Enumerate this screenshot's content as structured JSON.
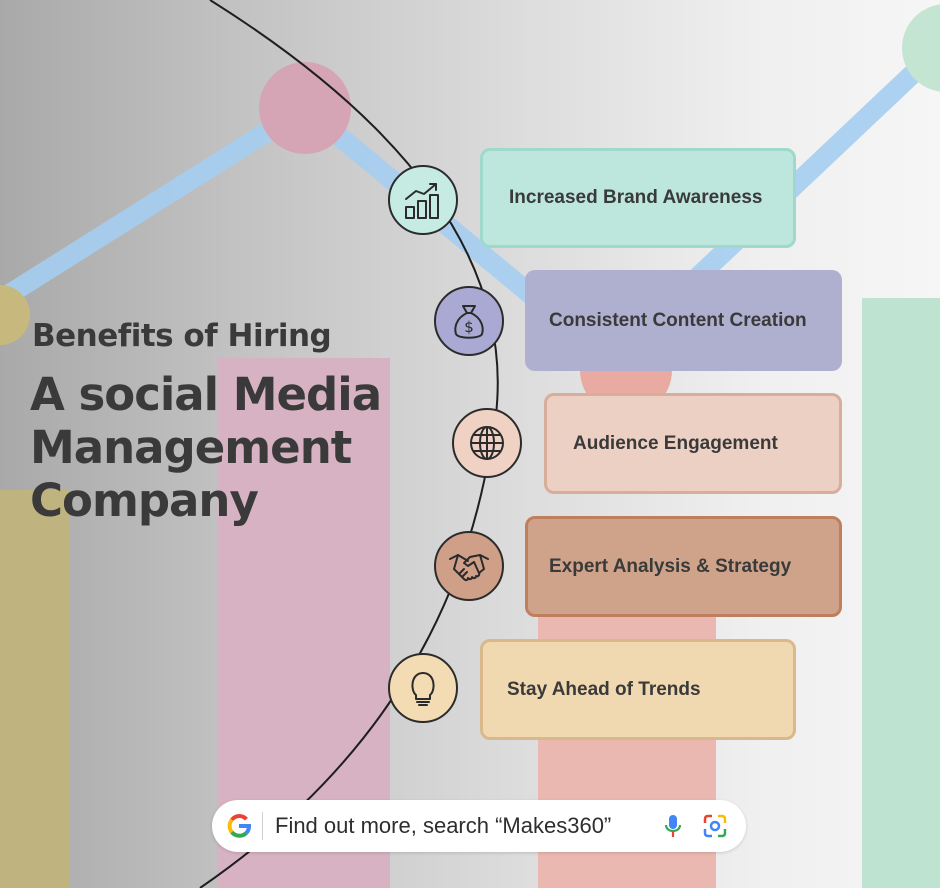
{
  "title": {
    "small": "Benefits of Hiring",
    "big": "A social Media Management Company"
  },
  "benefits": [
    {
      "label": "Increased Brand Awareness",
      "icon": "growth-chart-icon"
    },
    {
      "label": "Consistent Content Creation",
      "icon": "money-bag-icon"
    },
    {
      "label": "Audience Engagement",
      "icon": "globe-icon"
    },
    {
      "label": "Expert Analysis & Strategy",
      "icon": "handshake-icon"
    },
    {
      "label": "Stay Ahead of Trends",
      "icon": "lightbulb-icon"
    }
  ],
  "search": {
    "text": "Find out more, search “Makes360”",
    "icons": [
      "google-g-icon",
      "microphone-icon",
      "google-lens-icon"
    ]
  },
  "colors": {
    "card_1": "#bde6dc",
    "card_2": "#afafd0",
    "card_3": "#ecd0c4",
    "card_4": "#cfa38a",
    "card_5": "#f0d9b0",
    "text_dark": "#3a3a3a"
  }
}
